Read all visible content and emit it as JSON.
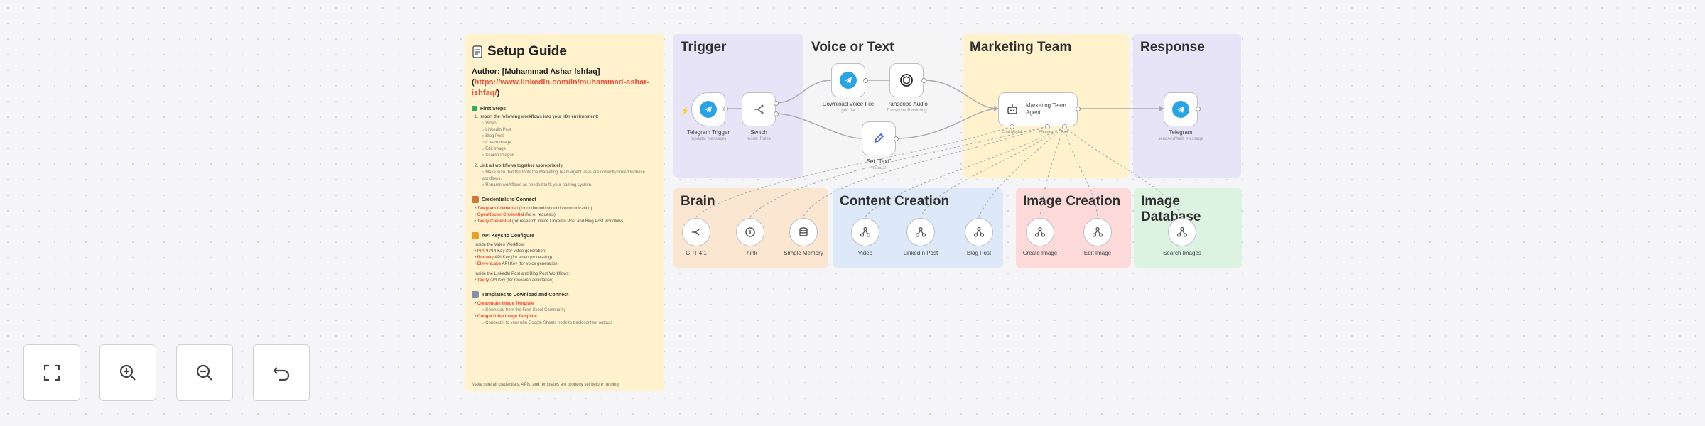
{
  "guide": {
    "title": "Setup Guide",
    "author_label": "Author: [Muhammad Ashar lshfaq](",
    "author_link": "https://www.linkedin.com/in/muhammad-ashar-ishfaq/",
    "author_close": ")",
    "first_steps": "First Steps",
    "import_line": "Import the following workflows into your n8n environment:",
    "workflows": [
      "Video",
      "LinkedIn Post",
      "Blog Post",
      "Create Image",
      "Edit Image",
      "Search Images"
    ],
    "link_line": "Link all workflows together appropriately.",
    "link_sub1": "Make sure that the tools the Marketing Team Agent uses are correctly linked to these workflows.",
    "link_sub2": "Rename workflows as needed to fit your naming system.",
    "creds_title": "Credentials to Connect",
    "creds": [
      {
        "name": "Telegram Credential",
        "desc": "(for outbound/inbound communication)"
      },
      {
        "name": "OpenRouter Credential",
        "desc": "(for AI requests)"
      },
      {
        "name": "Tavily Credential",
        "desc": "(for research inside LinkedIn Post and Blog Post workflows)"
      }
    ],
    "api_title": "API Keys to Configure",
    "api_inside_video": "Inside the Video Workflow:",
    "api_video": [
      {
        "name": "PiAPI",
        "desc": "API Key (for video generation)"
      },
      {
        "name": "Runway",
        "desc": "API Key (for video processing)"
      },
      {
        "name": "ElevenLabs",
        "desc": "API Key (for voice generation)"
      }
    ],
    "api_inside_posts": "Inside the LinkedIn Post and Blog Post Workflows:",
    "api_posts": [
      {
        "name": "Tavily",
        "desc": "API Key (for research assistance)"
      }
    ],
    "templates_title": "Templates to Download and Connect",
    "templates": [
      {
        "name": "Creatomate Image Template",
        "sub": "Download from the Free Skool Community"
      },
      {
        "name": "Google Drive Image Template",
        "sub": "Connect it to your n8n Google Sheets node to track content outputs"
      }
    ],
    "footer": "Make sure all credentials, APIs, and templates are properly set before running."
  },
  "groups": {
    "trigger": "Trigger",
    "voice": "Voice or Text",
    "marketing": "Marketing Team",
    "response": "Response",
    "brain": "Brain",
    "content": "Content Creation",
    "image_creation": "Image Creation",
    "image_db": "Image Database"
  },
  "nodes": {
    "telegram_trigger": {
      "label": "Telegram Trigger",
      "sub": "(update: message)"
    },
    "switch": {
      "label": "Switch",
      "sub": "mode: Rules"
    },
    "download_voice": {
      "label": "Download Voice File",
      "sub": "get: file"
    },
    "transcribe": {
      "label": "Transcribe Audio",
      "sub": "Transcribe Recording"
    },
    "set_text": {
      "label": "Set \"Text\"",
      "sub": "manual"
    },
    "agent": {
      "label": "Marketing Team Agent"
    },
    "agent_ports": {
      "model": "Chat Model",
      "memory": "Memory",
      "tool": "Tool"
    },
    "telegram_send": {
      "label": "Telegram",
      "sub": "sendAndWait: message"
    },
    "gpt": {
      "label": "GPT 4.1"
    },
    "think": {
      "label": "Think"
    },
    "memory": {
      "label": "Simple Memory"
    },
    "video": {
      "label": "Video"
    },
    "linkedin": {
      "label": "LinkedIn Post"
    },
    "blog": {
      "label": "Blog Post"
    },
    "create_image": {
      "label": "Create Image"
    },
    "edit_image": {
      "label": "Edit Image"
    },
    "search_images": {
      "label": "Search Images"
    }
  },
  "controls": {
    "fit": "fit-to-view",
    "zoom_in": "zoom-in",
    "zoom_out": "zoom-out",
    "reset": "reset-zoom"
  },
  "colors": {
    "guide": "#fff2cc",
    "trigger_bg": "#e8e4f7",
    "voice_bg": "#f5f5f5",
    "marketing_bg": "#fff2cc",
    "response_bg": "#e8e4f7",
    "brain_bg": "#fbe6d1",
    "content_bg": "#dde9f8",
    "image_creation_bg": "#fcdada",
    "image_db_bg": "#dcf3e1",
    "telegram_blue": "#2aa3e0",
    "red_link": "#e8513b"
  }
}
